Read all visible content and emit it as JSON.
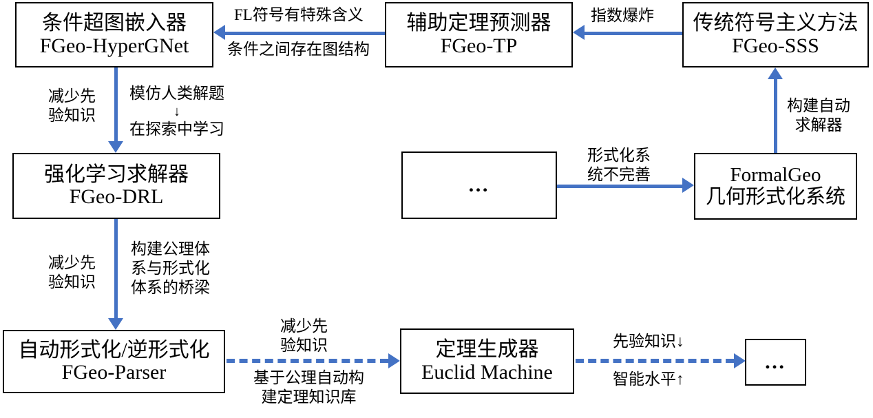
{
  "diagram": {
    "title": "FormalGeo geometry formalization ecosystem flowchart",
    "accent_color": "#4472C4",
    "box_border_color": "#000000",
    "text_color": "#000000"
  },
  "nodes": {
    "hypergnet": {
      "line1": "条件超图嵌入器",
      "line2": "FGeo-HyperGNet"
    },
    "tp": {
      "line1": "辅助定理预测器",
      "line2": "FGeo-TP"
    },
    "sss": {
      "line1": "传统符号主义方法",
      "line2": "FGeo-SSS"
    },
    "drl": {
      "line1": "强化学习求解器",
      "line2": "FGeo-DRL"
    },
    "ellipsis_mid": {
      "line1": "…"
    },
    "formalgeo": {
      "line1": "FormalGeo",
      "line2": "几何形式化系统"
    },
    "parser": {
      "line1": "自动形式化/逆形式化",
      "line2": "FGeo-Parser"
    },
    "euclid": {
      "line1": "定理生成器",
      "line2": "Euclid Machine"
    },
    "ellipsis_end": {
      "line1": "…"
    }
  },
  "edge_labels": {
    "sss_to_tp": "指数爆炸",
    "tp_to_hypergnet_above": "FL符号有特殊含义",
    "tp_to_hypergnet_below": "条件之间存在图结构",
    "hypergnet_to_drl_left_1": "减少先",
    "hypergnet_to_drl_left_2": "验知识",
    "hypergnet_to_drl_right_1": "模仿人类解题",
    "hypergnet_to_drl_right_arrow": "↓",
    "hypergnet_to_drl_right_2": "在探索中学习",
    "formalgeo_to_sss_1": "构建自动",
    "formalgeo_to_sss_2": "求解器",
    "ellipsis_to_formalgeo_1": "形式化系",
    "ellipsis_to_formalgeo_2": "统不完善",
    "drl_to_parser_left_1": "减少先",
    "drl_to_parser_left_2": "验知识",
    "drl_to_parser_right_1": "构建公理体",
    "drl_to_parser_right_2": "系与形式化",
    "drl_to_parser_right_3": "体系的桥梁",
    "parser_to_euclid_above_1": "减少先",
    "parser_to_euclid_above_2": "验知识",
    "parser_to_euclid_below_1": "基于公理自动构",
    "parser_to_euclid_below_2": "建定理知识库",
    "euclid_to_end_above": "先验知识↓",
    "euclid_to_end_below": "智能水平↑"
  }
}
